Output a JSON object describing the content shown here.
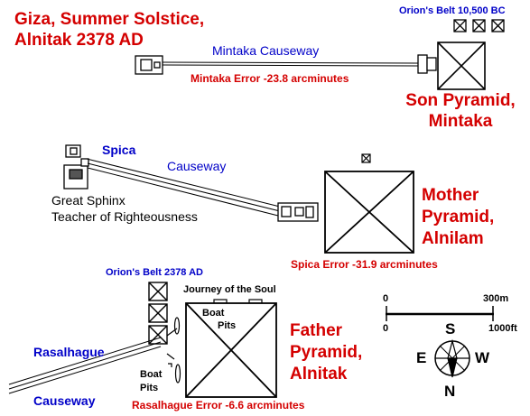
{
  "title": {
    "line1": "Giza, Summer Solstice,",
    "line2": "Alnitak 2378 AD"
  },
  "orions_belt_top": "Orion's Belt 10,500 BC",
  "orions_belt_bottom": "Orion's Belt 2378 AD",
  "mintaka": {
    "causeway": "Mintaka Causeway",
    "error": "Mintaka Error  -23.8  arcminutes",
    "pyramid_line1": "Son Pyramid,",
    "pyramid_line2": "Mintaka"
  },
  "spica": {
    "star": "Spica",
    "causeway": "Causeway",
    "error": "Spica Error  -31.9  arcminutes"
  },
  "sphinx": {
    "line1": "Great Sphinx",
    "line2": "Teacher of Righteousness"
  },
  "alnilam": {
    "line1": "Mother",
    "line2": "Pyramid,",
    "line3": "Alnilam"
  },
  "alnitak": {
    "line1": "Father",
    "line2": "Pyramid,",
    "line3": "Alnitak"
  },
  "journey": "Journey of the Soul",
  "boat_pits_1": {
    "line1": "Boat",
    "line2": "Pits"
  },
  "boat_pits_2": {
    "line1": "Boat",
    "line2": "Pits"
  },
  "rasalhague": {
    "star": "Rasalhague",
    "causeway": "Causeway",
    "error": "Rasalhague Error    -6.6  arcminutes"
  },
  "scale": {
    "zero_top": "0",
    "meters": "300m",
    "zero_bottom": "0",
    "feet": "1000ft"
  },
  "compass": {
    "north": "N",
    "south": "S",
    "east": "E",
    "west": "W"
  }
}
